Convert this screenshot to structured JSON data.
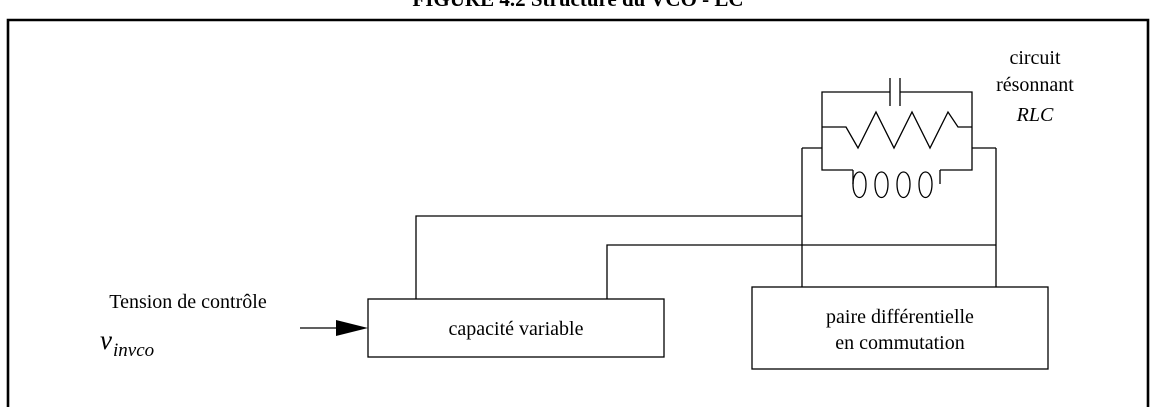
{
  "figure": {
    "title": "FIGURE 4.2 Structure du VCO - LC"
  },
  "diagram": {
    "resonant_label": {
      "line1": "circuit",
      "line2": "résonnant",
      "line3": "RLC"
    },
    "control_label": {
      "line1": "Tension de contrôle",
      "symbol": "v",
      "subscript": "invco"
    },
    "varcap_box": {
      "label": "capacité variable"
    },
    "diffpair_box": {
      "line1": "paire différentielle",
      "line2": "en commutation"
    }
  },
  "colors": {
    "stroke": "#000000",
    "background": "#ffffff"
  }
}
